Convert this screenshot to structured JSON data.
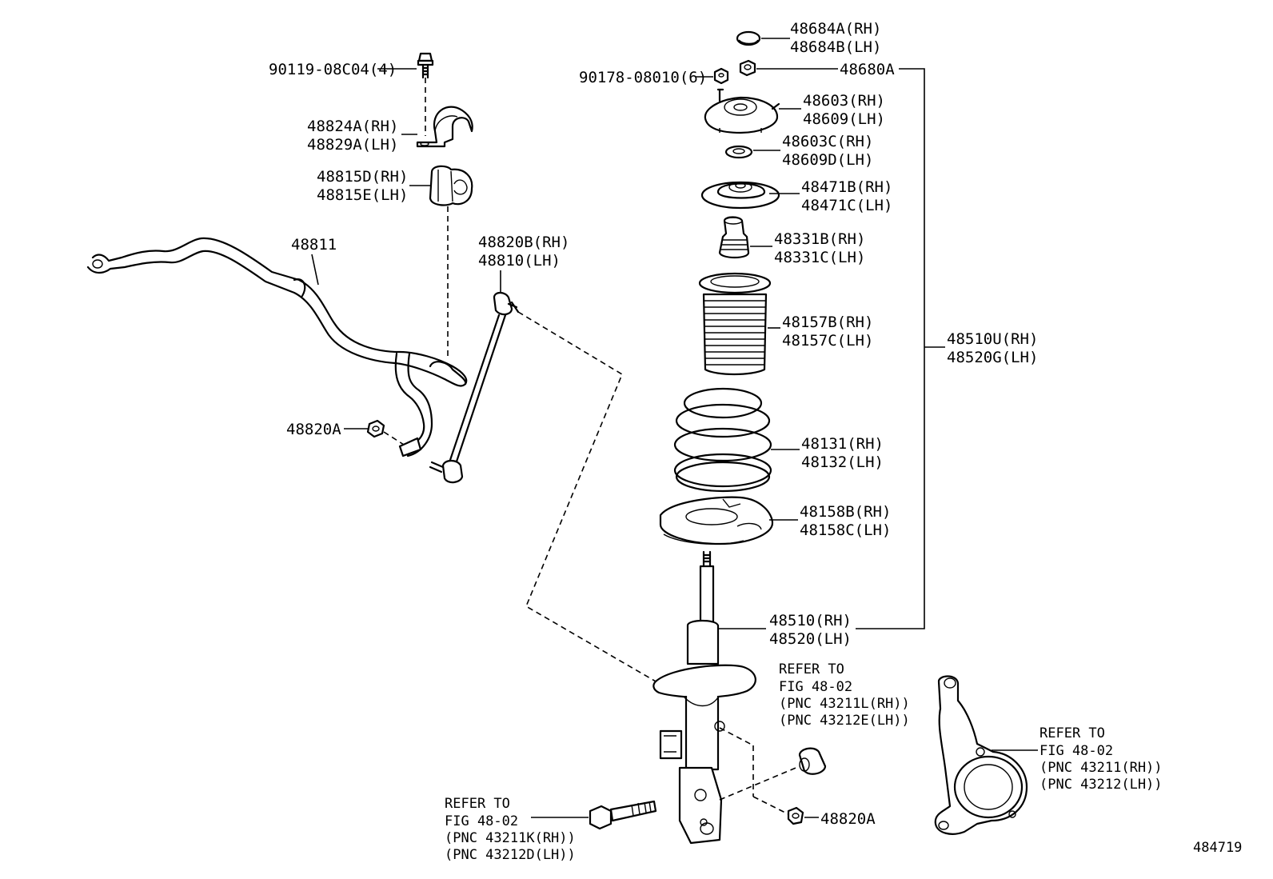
{
  "labels": {
    "bolt_90119": "90119-08C04(4)",
    "bracket_rh": "48824A(RH)",
    "bracket_lh": "48829A(LH)",
    "bushing_rh": "48815D(RH)",
    "bushing_lh": "48815E(LH)",
    "stabilizer_bar": "48811",
    "link_rh": "48820B(RH)",
    "link_lh": "48810(LH)",
    "nut_48820A_left": "48820A",
    "cap_rh": "48684A(RH)",
    "cap_lh": "48684B(LH)",
    "nut_90178": "90178-08010(6)",
    "nut_48680A": "48680A",
    "support_rh": "48603(RH)",
    "support_lh": "48609(LH)",
    "bearing_rh": "48603C(RH)",
    "bearing_lh": "48609D(LH)",
    "upper_seat_rh": "48471B(RH)",
    "upper_seat_lh": "48471C(LH)",
    "bump_stop_rh": "48331B(RH)",
    "bump_stop_lh": "48331C(LH)",
    "boot_rh": "48157B(RH)",
    "boot_lh": "48157C(LH)",
    "spring_rh": "48131(RH)",
    "spring_lh": "48132(LH)",
    "lower_insulator_rh": "48158B(RH)",
    "lower_insulator_lh": "48158C(LH)",
    "assembly_rh": "48510U(RH)",
    "assembly_lh": "48520G(LH)",
    "strut_rh": "48510(RH)",
    "strut_lh": "48520(LH)",
    "nut_48820A_right": "48820A",
    "diagram_number": "484719"
  },
  "refer_notes": {
    "strut_bracket": {
      "line1": "REFER TO",
      "line2": "FIG 48-02",
      "line3": "(PNC 43211L(RH))",
      "line4": "(PNC 43212E(LH))"
    },
    "knuckle": {
      "line1": "REFER TO",
      "line2": "FIG 48-02",
      "line3": "(PNC 43211(RH))",
      "line4": "(PNC 43212(LH))"
    },
    "bolt": {
      "line1": "REFER TO",
      "line2": "FIG 48-02",
      "line3": "(PNC 43211K(RH))",
      "line4": "(PNC 43212D(LH))"
    }
  }
}
